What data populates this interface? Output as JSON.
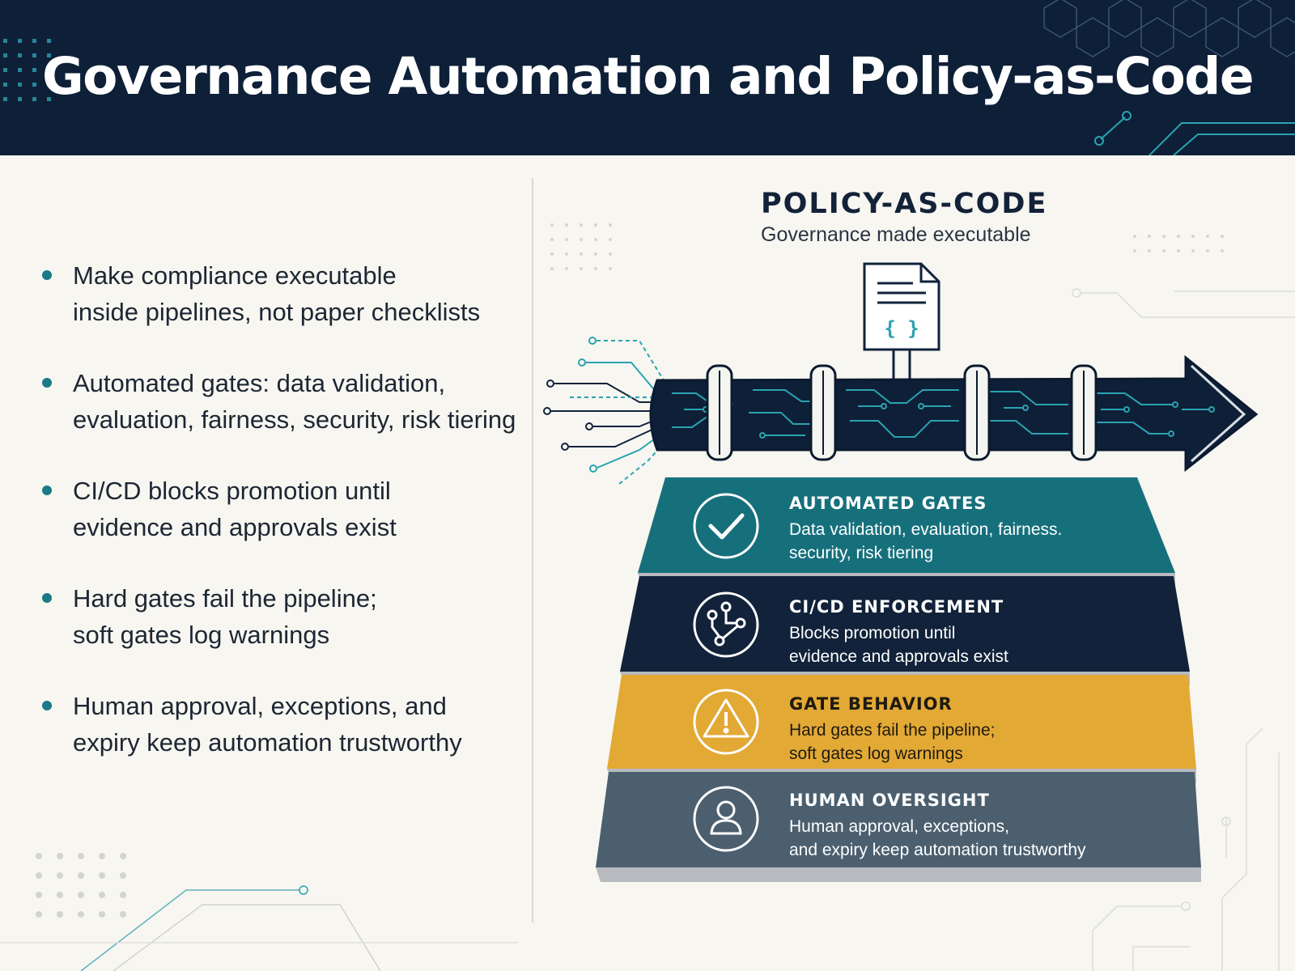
{
  "title": "Governance Automation and Policy-as-Code",
  "bullets": [
    "Make compliance executable\ninside pipelines, not paper checklists",
    "Automated gates: data validation,\nevaluation, fairness, security, risk tiering",
    "CI/CD blocks promotion until\nevidence and approvals exist",
    "Hard gates fail the pipeline;\nsoft gates log warnings",
    "Human approval, exceptions, and\nexpiry keep automation trustworthy"
  ],
  "diagram": {
    "title": "POLICY-AS-CODE",
    "subtitle": "Governance made executable",
    "document_glyph": "{ }",
    "bands": [
      {
        "title": "AUTOMATED GATES",
        "desc": "Data validation, evaluation, fairness.\nsecurity, risk tiering",
        "icon": "checkmark-icon",
        "color": "#16707c"
      },
      {
        "title": "CI/CD ENFORCEMENT",
        "desc": "Blocks promotion until\nevidence and approvals exist",
        "icon": "pipeline-branch-icon",
        "color": "#11223a"
      },
      {
        "title": "GATE BEHAVIOR",
        "desc": "Hard gates fail the pipeline;\nsoft gates log warnings",
        "icon": "warning-icon",
        "color": "#e3a935"
      },
      {
        "title": "HUMAN OVERSIGHT",
        "desc": "Human approval, exceptions,\nand expiry keep automation trustworthy",
        "icon": "person-icon",
        "color": "#4b5f6f"
      }
    ]
  }
}
